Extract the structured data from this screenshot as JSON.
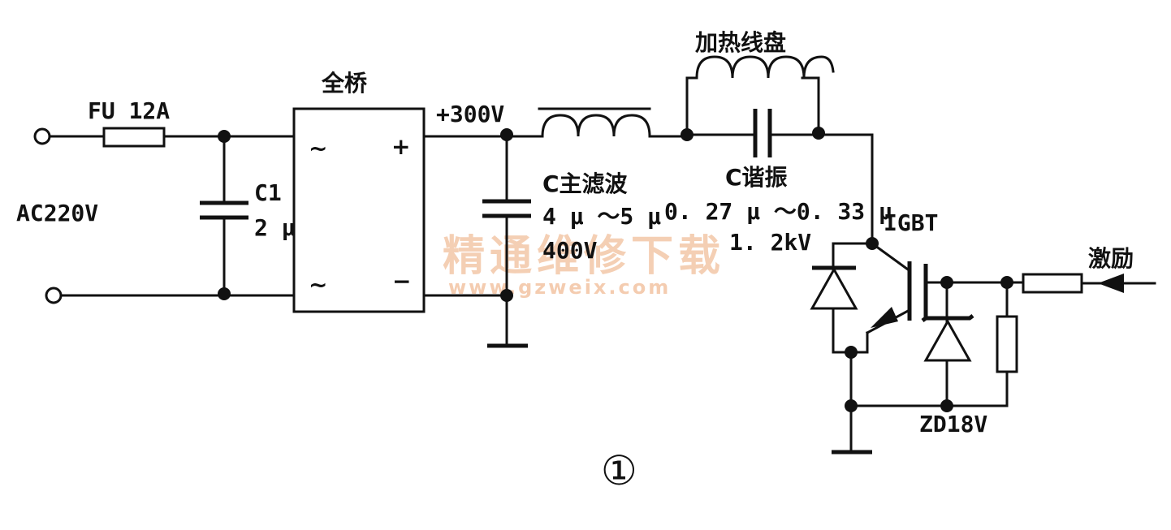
{
  "diagram": {
    "labels": {
      "fuse": "FU  12A",
      "ac_input": "AC220V",
      "c1_name": "C1",
      "c1_value": "2 μ",
      "bridge": "全桥",
      "bridge_ac_top": "~",
      "bridge_ac_bottom": "~",
      "bridge_plus": "+",
      "bridge_minus": "−",
      "dc_bus": "+300V",
      "main_filter_name": "C主滤波",
      "main_filter_value": "4 μ ～5 μ",
      "main_filter_voltage": "400V",
      "heating_coil": "加热线盘",
      "resonant_cap_name": "C谐振",
      "resonant_cap_value": "0. 27 μ ～0. 33 μ",
      "resonant_cap_voltage": "1. 2kV",
      "igbt": "IGBT",
      "zener": "ZD18V",
      "drive": "激励",
      "figure_number": "①"
    },
    "watermark": {
      "text": "精通维修下载",
      "url": "www.gzweix.com"
    }
  }
}
